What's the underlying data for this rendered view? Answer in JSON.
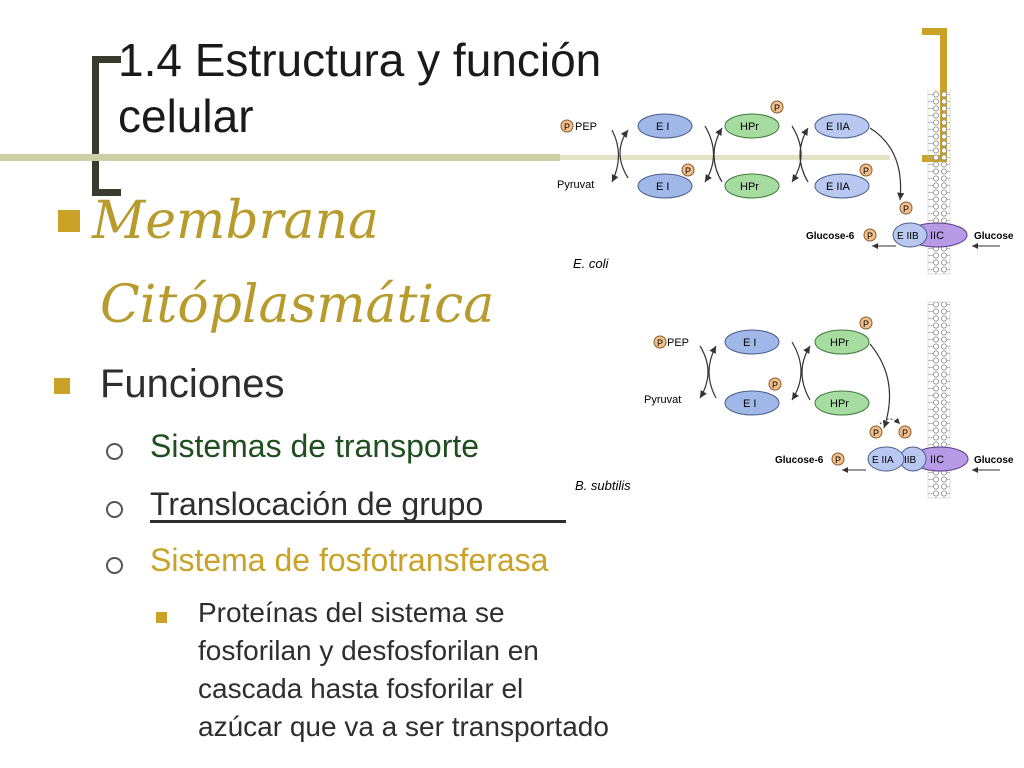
{
  "slide": {
    "title_line1": "1.4 Estructura y función",
    "title_line2": "celular",
    "heading_line1": "Membrana",
    "heading_line2": "Citóplasmática",
    "funciones": "Funciones",
    "item1": "Sistemas de transporte",
    "item2": "Translocación de grupo",
    "item3": "Sistema de fosfotransferasa",
    "sub_line1": "Proteínas del sistema se",
    "sub_line2": "fosforilan y desfosforilan en",
    "sub_line3": "cascada hasta fosforilar el",
    "sub_line4": "azúcar que va a ser transportado"
  },
  "diagram_ecoli": {
    "pep": "PEP",
    "pyruvat": "Pyruvat",
    "ei": "E I",
    "hpr": "HPr",
    "eiia": "E IIA",
    "eiib": "E IIB",
    "iic": "IIC",
    "p": "P",
    "glucose6": "Glucose-6",
    "glucose": "Glucose",
    "organism": "E. coli"
  },
  "diagram_bsubtilis": {
    "pep": "PEP",
    "pyruvat": "Pyruvat",
    "ei": "E I",
    "hpr": "HPr",
    "eiia": "E IIA",
    "iib": "IIB",
    "iic": "IIC",
    "p": "P",
    "glucose6": "Glucose-6",
    "glucose": "Glucose",
    "organism": "B. subtilis"
  },
  "colors": {
    "accent_gold": "#c9a227",
    "heading_gold": "#b79b2d",
    "green_text": "#1f4f1f",
    "ei_fill": "#9fb8e8",
    "hpr_fill": "#a6dca0",
    "eiia_fill": "#b9c8f0",
    "iic_fill": "#b89be6",
    "p_fill": "#f2c08c"
  }
}
